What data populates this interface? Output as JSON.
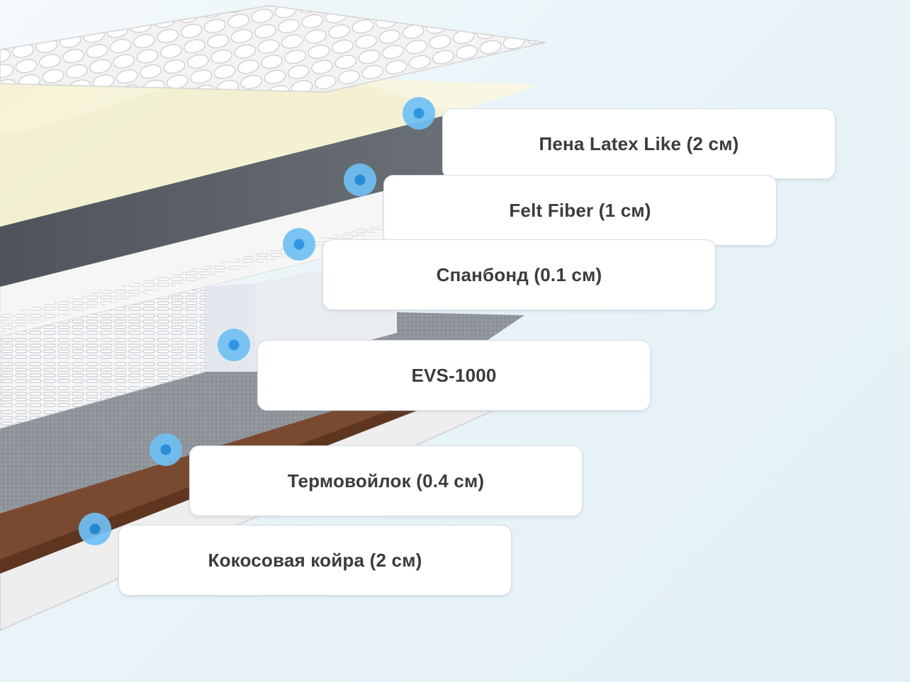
{
  "layers": [
    {
      "id": "latex",
      "label": "Пена Latex Like (2 см)"
    },
    {
      "id": "felt",
      "label": "Felt Fiber (1 см)"
    },
    {
      "id": "spunbond",
      "label": "Спанбонд (0.1 см)"
    },
    {
      "id": "evs",
      "label": "EVS-1000"
    },
    {
      "id": "thermofelt",
      "label": "Термовойлок (0.4 см)"
    },
    {
      "id": "coir",
      "label": "Кокосовая койра (2 см)"
    }
  ],
  "colors": {
    "marker": "#6fc0f4",
    "marker_core": "#1f8fe0",
    "latex": "#f7f4dc",
    "felt": "#5b6067",
    "spunbond": "#f2f2f2",
    "springs": "#ffffff",
    "thermofelt": "#8e9297",
    "coir": "#7a4a30",
    "cover": "#e9e9ea"
  }
}
